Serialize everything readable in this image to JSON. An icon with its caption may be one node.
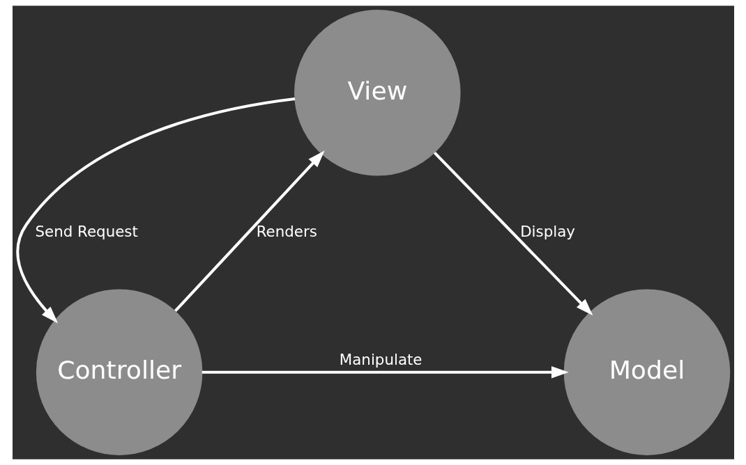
{
  "diagram": {
    "nodes": [
      {
        "text": [
          "View"
        ]
      },
      {
        "text": [
          "Controller"
        ]
      },
      {
        "text": [
          "Model"
        ]
      }
    ],
    "edges": [
      {
        "from": 0,
        "to": 1,
        "label": "Send Request",
        "arrow": "to"
      },
      {
        "from": 1,
        "to": 0,
        "label": "Renders",
        "arrow": "to"
      },
      {
        "from": 0,
        "to": 2,
        "label": "Display",
        "arrow": "to"
      },
      {
        "from": 1,
        "to": 2,
        "label": "Manipulate",
        "arrow": "to"
      }
    ]
  }
}
